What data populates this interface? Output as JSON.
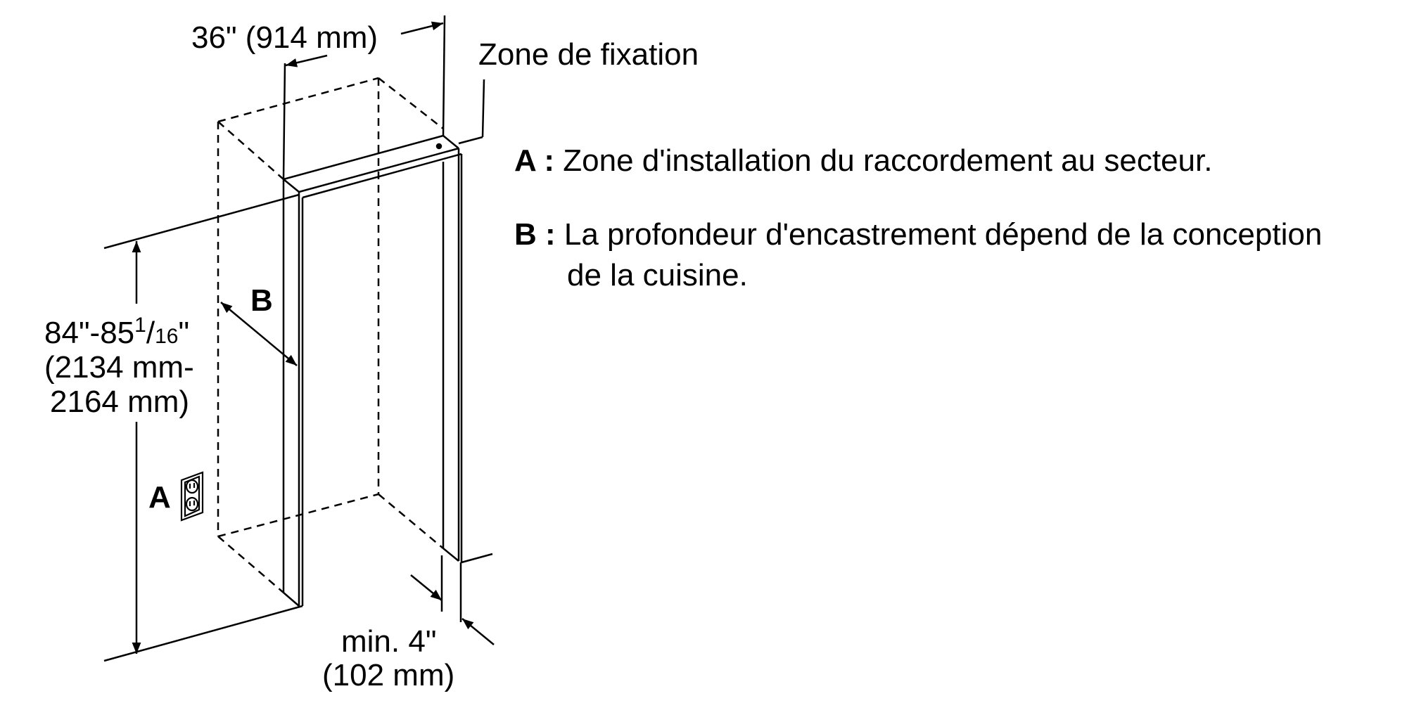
{
  "dimensions": {
    "width_label": "36\" (914 mm)",
    "height_line1_main": "84\"-85",
    "height_line1_sup": "1",
    "height_line1_slash": "/",
    "height_line1_sub": "16",
    "height_line1_end": "\"",
    "height_line2": "(2134 mm-",
    "height_line3": "2164 mm)",
    "gap_line1": "min. 4\"",
    "gap_line2": "(102 mm)"
  },
  "callouts": {
    "fixing_zone": "Zone de fixation",
    "a_marker": "A",
    "b_marker": "B"
  },
  "legend": {
    "a_key": "A :",
    "a_text": "Zone d'installation du raccordement au secteur.",
    "b_key": "B :",
    "b_text_line1": "La profondeur d'encastrement dépend de la conception",
    "b_text_line2": "de la cuisine."
  },
  "colors": {
    "line": "#000000",
    "background": "#ffffff"
  }
}
